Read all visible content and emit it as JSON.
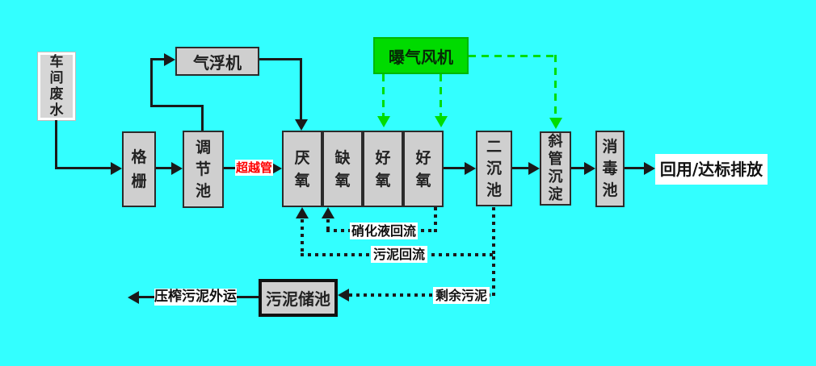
{
  "colors": {
    "bg": "#33FFFF",
    "boxFill": "#CFCFCF",
    "boxBorder": "#2B2B2B",
    "line": "#1A1A1A",
    "green": "#00DB00",
    "greenLine": "#00DD00",
    "red": "#FF0000",
    "labelBg": "#FFFFFF",
    "text": "#222222"
  },
  "nodes": {
    "workshop": "车间废水",
    "flotation": "气浮机",
    "screen": "格栅",
    "regulating": "调节池",
    "anaerobic": "厌氧",
    "anoxic": "缺氧",
    "aerobic1": "好氧",
    "aerobic2": "好氧",
    "blower": "曝气风机",
    "secondary": "二沉池",
    "inclined": "斜管沉淀",
    "disinfection": "消毒池",
    "discharge": "回用/达标排放",
    "sludgeStorage": "污泥储池"
  },
  "labels": {
    "bypass": "超越管",
    "nitrified": "硝化液回流",
    "sludgeReturn": "污泥回流",
    "excess": "剩余污泥",
    "pressedOut": "压榨污泥外运"
  }
}
